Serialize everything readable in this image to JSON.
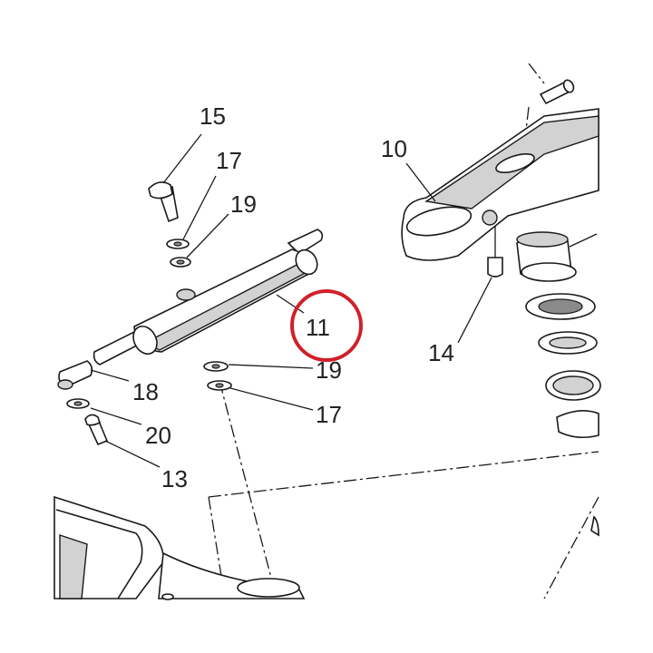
{
  "diagram": {
    "callouts": {
      "c15": "15",
      "c17a": "17",
      "c19a": "19",
      "c10": "10",
      "c11": "11",
      "c14": "14",
      "c19b": "19",
      "c18": "18",
      "c17b": "17",
      "c20": "20",
      "c13": "13"
    },
    "highlight_color": "#d0202a",
    "line_color": "#1a1a1a",
    "shade_color": "#d2d2d2"
  }
}
